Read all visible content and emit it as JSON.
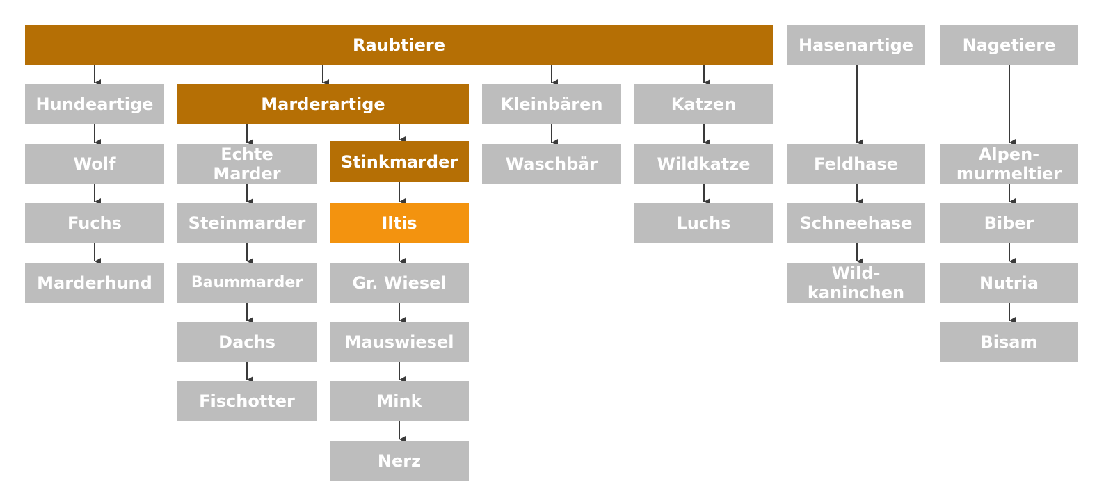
{
  "colors": {
    "grey": "#bdbdbd",
    "brown": "#b56f05",
    "orange": "#f3930f",
    "arrow": "#3a3a3a",
    "text": "#ffffff"
  },
  "nodes": {
    "raubtiere": "Raubtiere",
    "hasenartige": "Hasenartige",
    "nagetiere": "Nagetiere",
    "hundeartige": "Hundeartige",
    "marderartige": "Marderartige",
    "kleinbaeren": "Kleinbären",
    "katzen": "Katzen",
    "wolf": "Wolf",
    "fuchs": "Fuchs",
    "marderhund": "Marderhund",
    "echte_marder": "Echte\nMarder",
    "steinmarder": "Steinmarder",
    "baummarder": "Baummarder",
    "dachs": "Dachs",
    "fischotter": "Fischotter",
    "stinkmarder": "Stinkmarder",
    "iltis": "Iltis",
    "gr_wiesel": "Gr. Wiesel",
    "mauswiesel": "Mauswiesel",
    "mink": "Mink",
    "nerz": "Nerz",
    "waschbaer": "Waschbär",
    "wildkatze": "Wildkatze",
    "luchs": "Luchs",
    "feldhase": "Feldhase",
    "schneehase": "Schneehase",
    "wildkaninchen": "Wild-\nkaninchen",
    "alpenmurmeltier": "Alpen-\nmurmeltier",
    "biber": "Biber",
    "nutria": "Nutria",
    "bisam": "Bisam"
  }
}
